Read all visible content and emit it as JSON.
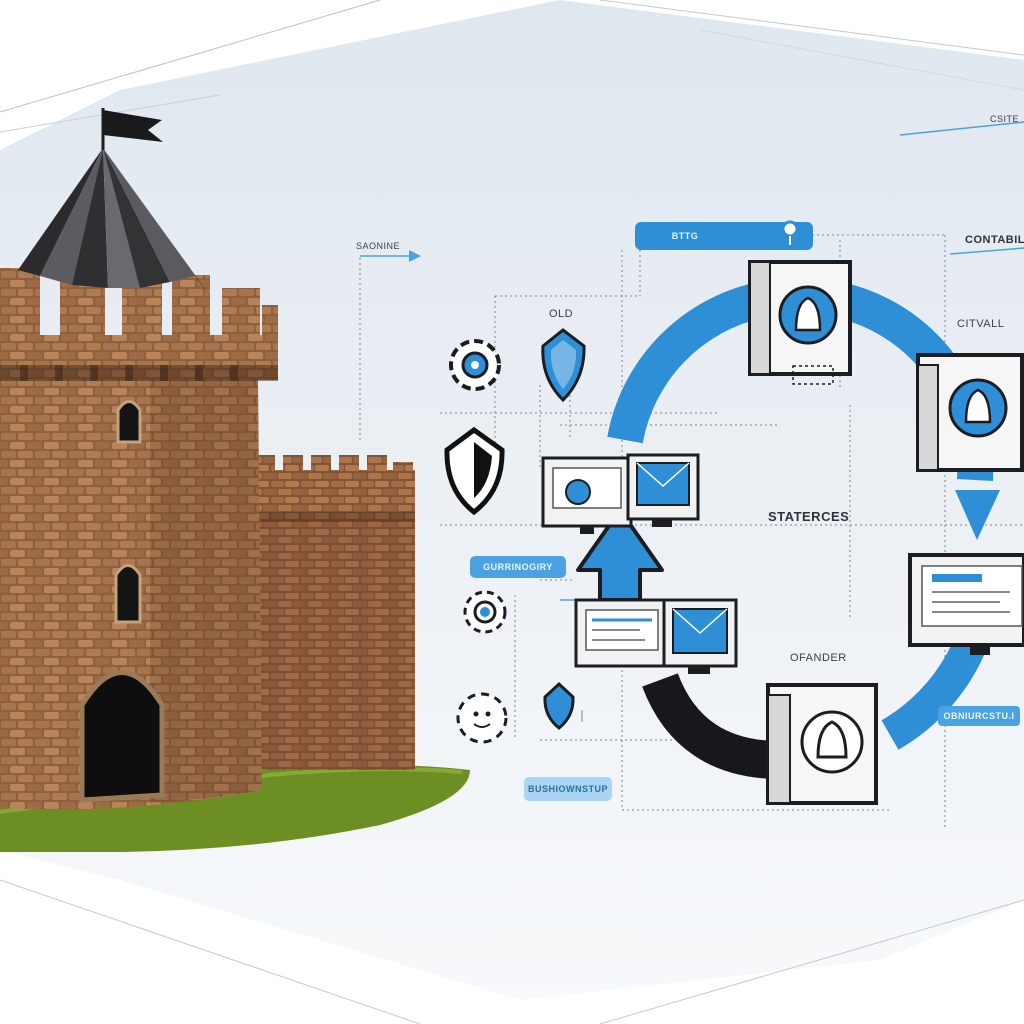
{
  "labels": {
    "top_right": "CSITE",
    "sarnine": "SAONINE",
    "old": "OLD",
    "contabull": "CONTABILL",
    "citvall": "CITVALL",
    "statesces": "STATERCES",
    "ofander": "OFANDER"
  },
  "pills": {
    "top": "BTTG",
    "left_mid": "GURRINOGIRY",
    "bottom_center": "BUSHIOWNSTUP",
    "bottom_right": "OBNIURCSTU.I"
  },
  "colors": {
    "accent_blue": "#2e8fd6",
    "pill_blue": "#4aa3e0",
    "stone": "#9a6a45",
    "roof": "#2f2f31",
    "grass": "#6d8e22",
    "arrow_dark": "#16181b"
  },
  "icons": [
    "castle-tower",
    "flag-icon",
    "gear-icon",
    "shield-icon",
    "lock-icon",
    "bell-icon",
    "monitor-icon",
    "mail-icon",
    "gear-face-icon"
  ]
}
